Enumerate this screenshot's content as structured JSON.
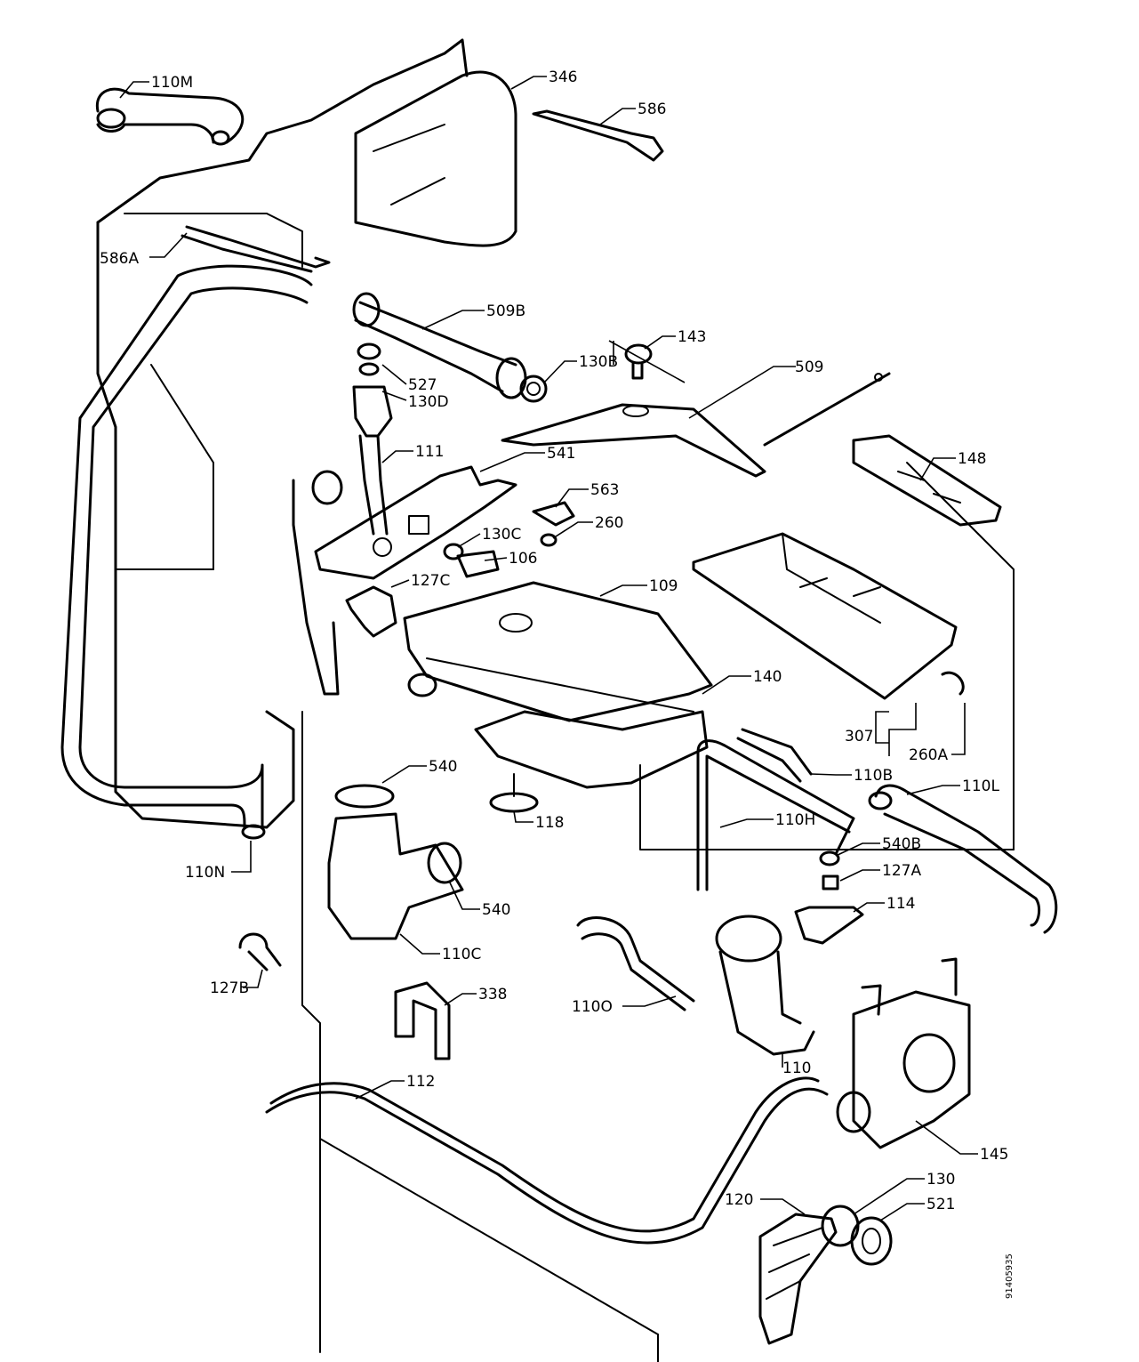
{
  "labels": {
    "l110M": "110M",
    "l346": "346",
    "l586": "586",
    "l586A": "586A",
    "l509B": "509B",
    "l143": "143",
    "l130B": "130B",
    "l509": "509",
    "l527": "527",
    "l130D": "130D",
    "l111": "111",
    "l148": "148",
    "l541": "541",
    "l563": "563",
    "l260": "260",
    "l130C": "130C",
    "l106": "106",
    "l127C": "127C",
    "l109": "109",
    "l140": "140",
    "l307": "307",
    "l260A": "260A",
    "l110B": "110B",
    "l540_top": "540",
    "l110L": "110L",
    "l118": "118",
    "l110H": "110H",
    "l540B": "540B",
    "l110N": "110N",
    "l127A": "127A",
    "l114": "114",
    "l540_bottom": "540",
    "l110C": "110C",
    "l127B": "127B",
    "l338": "338",
    "l110O": "110O",
    "l110": "110",
    "l112": "112",
    "l145": "145",
    "l130": "130",
    "l120": "120",
    "l521": "521"
  },
  "drawing_code": "91405935"
}
